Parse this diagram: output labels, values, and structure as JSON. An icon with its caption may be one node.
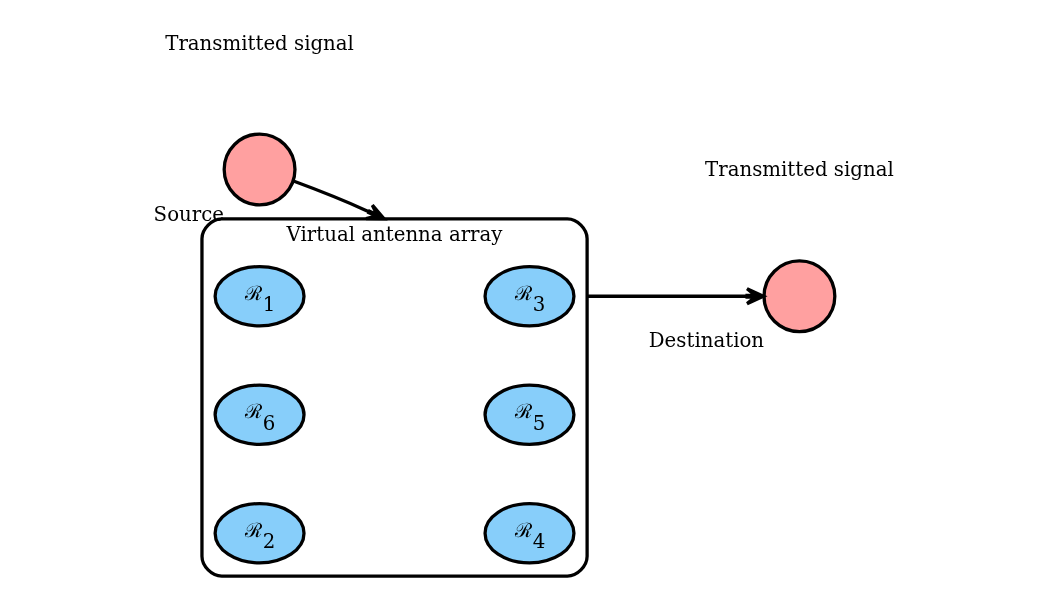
{
  "diagram": {
    "nodes": [
      {
        "text": [],
        "shape": "circle",
        "beside": [
          "Source"
        ]
      },
      {
        "text": [
          "Virtual antenna array"
        ]
      },
      {
        "text": [
          "ℛ$_{1}$"
        ],
        "in": 1
      },
      {
        "text": [
          "ℛ$_{6}$"
        ],
        "in": 1
      },
      {
        "text": [
          "ℛ$_{2}$"
        ],
        "in": 1
      },
      {
        "text": [
          "ℛ$_{3}$"
        ],
        "in": 1
      },
      {
        "text": [
          "ℛ$_{5}$"
        ],
        "in": 1
      },
      {
        "text": [
          "ℛ$_{4}$"
        ],
        "in": 1
      },
      {
        "text": [],
        "shape": "circle",
        "beside": [
          "Destination"
        ]
      }
    ],
    "edges": [
      {
        "from": 0,
        "to": 1,
        "arrow": "to"
      },
      {
        "from": 1,
        "to": 8,
        "arrow": "to"
      }
    ],
    "labels": [
      "Transmitted signal",
      "Transmitted signal"
    ]
  }
}
